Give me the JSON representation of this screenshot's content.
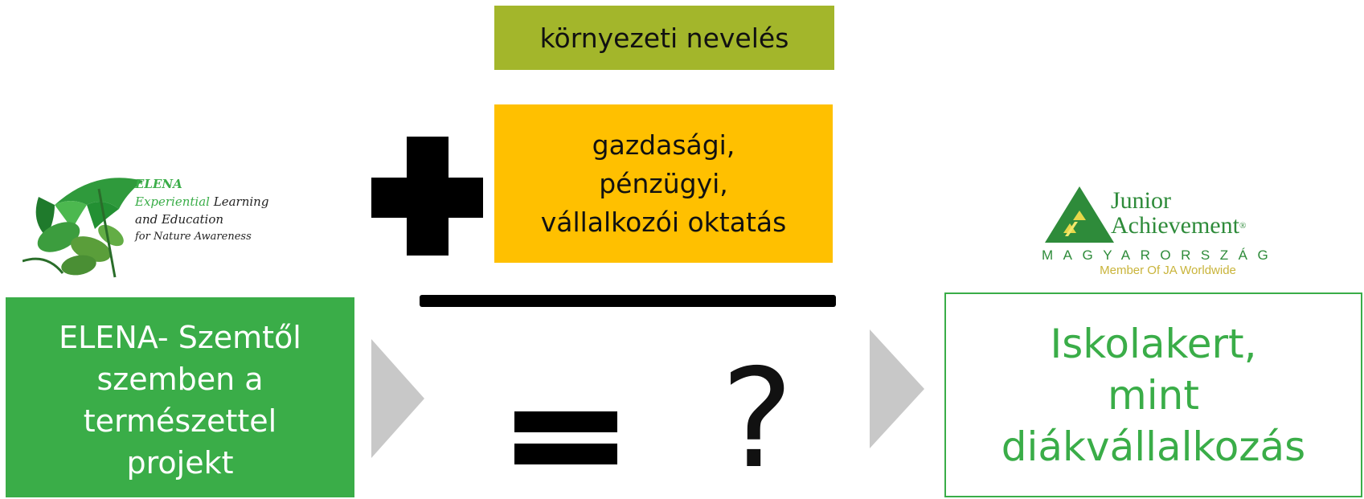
{
  "top_box": {
    "label": "környezeti nevelés",
    "color": "#a3b62b"
  },
  "economic_box": {
    "lines": [
      "gazdasági,",
      "pénzügyi,",
      "vállalkozói oktatás"
    ],
    "color": "#ffc000"
  },
  "operators": {
    "plus": "plus-sign",
    "equals": "equals-sign",
    "question": "?"
  },
  "elena_logo": {
    "title": "ELENA",
    "line1_colored": "Experiential",
    "line1_rest": "Learning",
    "line2": "and Education",
    "line3": "for Nature Awareness"
  },
  "elena_box": {
    "lines": [
      "ELENA- Szemtől",
      "szemben a",
      "természettel",
      "projekt"
    ],
    "color": "#3aad48"
  },
  "ja_logo": {
    "line1": "Junior",
    "line2": "Achievement",
    "registered": "®",
    "country": "MAGYARORSZÁG",
    "member": "Member Of JA Worldwide"
  },
  "result_box": {
    "lines": [
      "Iskolakert,",
      "mint",
      "diákvállalkozás"
    ],
    "color": "#3aad48"
  }
}
